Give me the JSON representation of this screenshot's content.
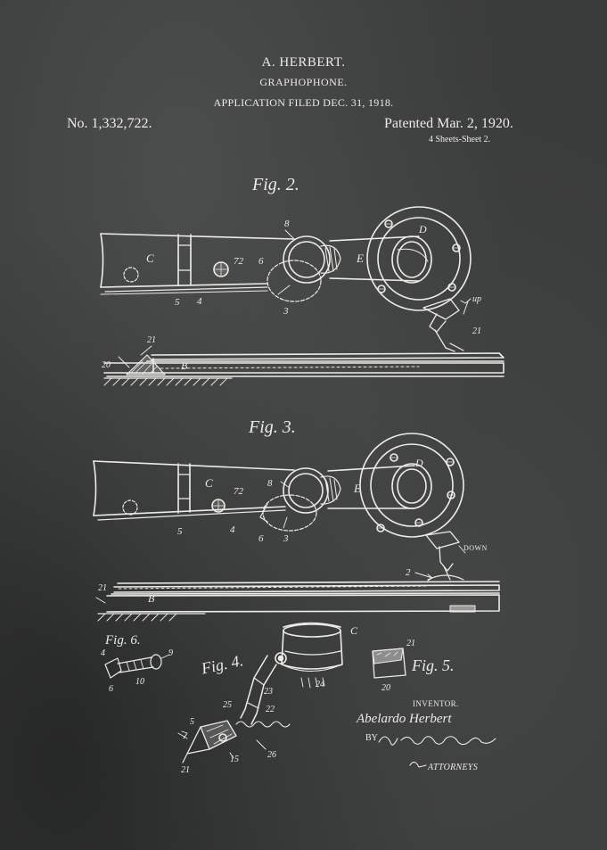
{
  "header": {
    "inventor": "A. HERBERT.",
    "title": "GRAPHOPHONE.",
    "application": "APPLICATION FILED DEC. 31, 1918.",
    "patent_number": "No. 1,332,722.",
    "patented": "Patented Mar. 2, 1920.",
    "sheets": "4 Sheets-Sheet 2."
  },
  "figures": {
    "fig2": "Fig. 2.",
    "fig3": "Fig. 3.",
    "fig4": "Fig. 4.",
    "fig5": "Fig. 5.",
    "fig6": "Fig. 6."
  },
  "labels": {
    "fig2": {
      "C": "C",
      "n72": "72",
      "n6": "6",
      "n8": "8",
      "E": "E",
      "D": "D",
      "n5": "5",
      "n4": "4",
      "n3": "3",
      "up": "up",
      "n21a": "21",
      "n21": "21",
      "n20": "20",
      "B": "B"
    },
    "fig3": {
      "C": "C",
      "n72": "72",
      "n8": "8",
      "E": "E",
      "D": "D",
      "n5": "5",
      "n4": "4",
      "n6": "6",
      "n3": "3",
      "down": "DOWN",
      "n2": "2",
      "n21": "21",
      "B": "B"
    },
    "fig4": {
      "C": "C",
      "n24": "24",
      "n23": "23",
      "n25": "25",
      "n22": "22",
      "n5": "5",
      "n15": "15",
      "n26": "26",
      "n21": "21"
    },
    "fig5": {
      "n21": "21",
      "n20": "20"
    },
    "fig6": {
      "n4": "4",
      "n9": "9",
      "n6": "6",
      "n10": "10"
    }
  },
  "footer": {
    "inventor_label": "INVENTOR.",
    "inventor_name": "Abelardo Herbert",
    "by": "BY",
    "attorneys": "ATTORNEYS"
  }
}
